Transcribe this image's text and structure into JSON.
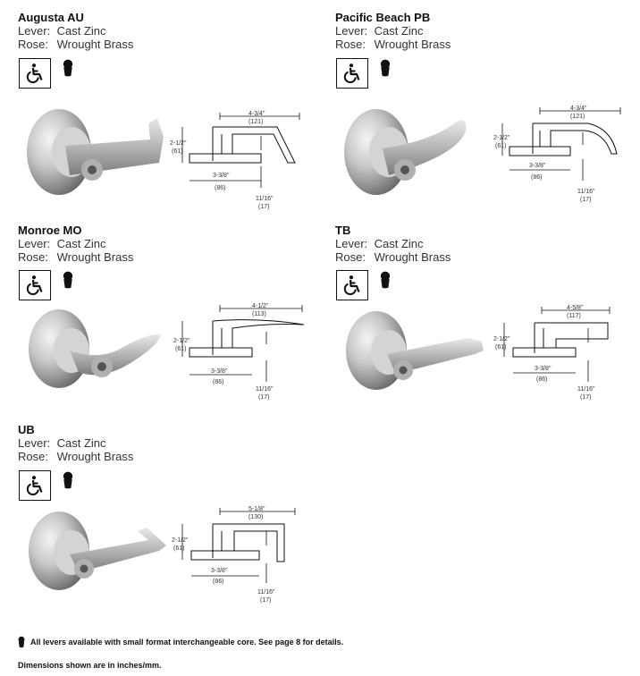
{
  "products": [
    {
      "name": "Augusta AU",
      "lever_label": "Lever:",
      "lever": "Cast Zinc",
      "rose_label": "Rose:",
      "rose": "Wrought Brass",
      "dims": {
        "length": "4-3/4\"",
        "length_mm": "(121)",
        "height": "2-1/2\"",
        "height_mm": "(61)",
        "rose_w": "3-3/8\"",
        "rose_w_mm": "(86)",
        "proj": "11/16\"",
        "proj_mm": "(17)"
      }
    },
    {
      "name": "Pacific Beach PB",
      "lever_label": "Lever:",
      "lever": "Cast Zinc",
      "rose_label": "Rose:",
      "rose": "Wrought Brass",
      "dims": {
        "length": "4-3/4\"",
        "length_mm": "(121)",
        "height": "2-1/2\"",
        "height_mm": "(61)",
        "rose_w": "3-3/8\"",
        "rose_w_mm": "(86)",
        "proj": "11/16\"",
        "proj_mm": "(17)"
      }
    },
    {
      "name": "Monroe MO",
      "lever_label": "Lever:",
      "lever": "Cast Zinc",
      "rose_label": "Rose:",
      "rose": "Wrought Brass",
      "dims": {
        "length": "4-1/2\"",
        "length_mm": "(113)",
        "height": "2-1/2\"",
        "height_mm": "(61)",
        "rose_w": "3-3/8\"",
        "rose_w_mm": "(86)",
        "proj": "11/16\"",
        "proj_mm": "(17)"
      }
    },
    {
      "name": "TB",
      "lever_label": "Lever:",
      "lever": "Cast Zinc",
      "rose_label": "Rose:",
      "rose": "Wrought Brass",
      "dims": {
        "length": "4-5/8\"",
        "length_mm": "(117)",
        "height": "2-1/2\"",
        "height_mm": "(61)",
        "rose_w": "3-3/8\"",
        "rose_w_mm": "(86)",
        "proj": "11/16\"",
        "proj_mm": "(17)"
      }
    },
    {
      "name": "UB",
      "lever_label": "Lever:",
      "lever": "Cast Zinc",
      "rose_label": "Rose:",
      "rose": "Wrought Brass",
      "dims": {
        "length": "5-1/8\"",
        "length_mm": "(130)",
        "height": "2-1/2\"",
        "height_mm": "(61)",
        "rose_w": "3-3/8\"",
        "rose_w_mm": "(86)",
        "proj": "11/16\"",
        "proj_mm": "(17)"
      }
    }
  ],
  "footer": {
    "core_note": "All levers available with small format interchangeable core.  See page 8 for details.",
    "units_note": "Dimensions shown are in inches/mm."
  },
  "icons": {
    "ada": "wheelchair-accessible-icon",
    "core": "interchangeable-core-icon"
  }
}
